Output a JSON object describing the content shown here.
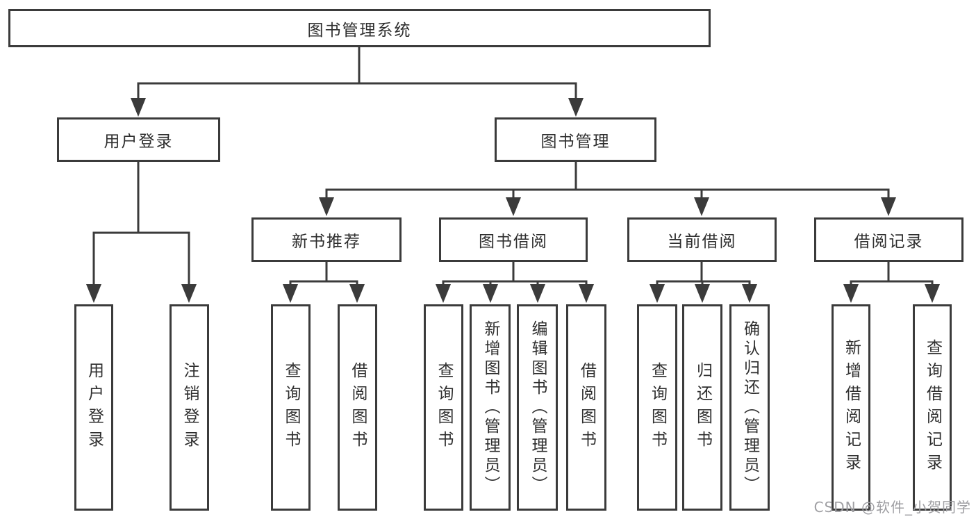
{
  "tree": {
    "label": "图书管理系统",
    "children": [
      {
        "label": "用户登录",
        "children": [
          {
            "label": "用户登录"
          },
          {
            "label": "注销登录"
          }
        ]
      },
      {
        "label": "图书管理",
        "children": [
          {
            "label": "新书推荐",
            "children": [
              {
                "label": "查询图书"
              },
              {
                "label": "借阅图书"
              }
            ]
          },
          {
            "label": "图书借阅",
            "children": [
              {
                "label": "查询图书"
              },
              {
                "label": "新增图书（管理员）"
              },
              {
                "label": "编辑图书（管理员）"
              },
              {
                "label": "借阅图书"
              }
            ]
          },
          {
            "label": "当前借阅",
            "children": [
              {
                "label": "查询图书"
              },
              {
                "label": "归还图书"
              },
              {
                "label": "确认归还（管理员）"
              }
            ]
          },
          {
            "label": "借阅记录",
            "children": [
              {
                "label": "新增借阅记录"
              },
              {
                "label": "查询借阅记录"
              }
            ]
          }
        ]
      }
    ]
  },
  "watermark": "CSDN @软件_小贺同学",
  "colors": {
    "line": "#3b3b3b",
    "box_border": "#3b3b3b",
    "text": "#2f2f2f",
    "watermark": "#9e9ea2",
    "background": "#ffffff"
  }
}
